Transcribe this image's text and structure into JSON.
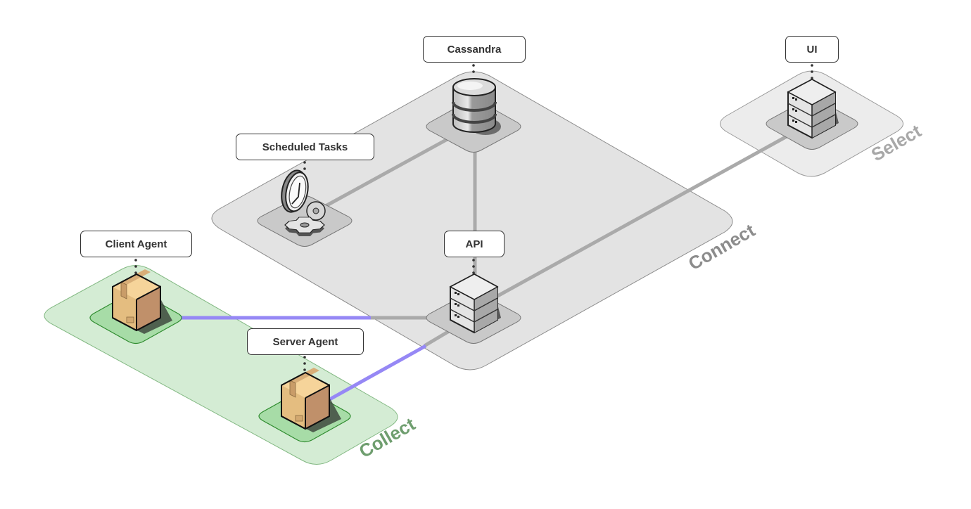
{
  "diagram": {
    "zones": [
      {
        "id": "connect",
        "label": "Connect",
        "fill": "#e3e3e3",
        "stroke": "#8c8c8c",
        "text_color": "#8c8c8c"
      },
      {
        "id": "select",
        "label": "Select",
        "fill": "#ececec",
        "stroke": "#9a9a9a",
        "text_color": "#a8a8a8"
      },
      {
        "id": "collect",
        "label": "Collect",
        "fill": "#d4ecd4",
        "stroke": "#82b882",
        "text_color": "#6f9e6f"
      }
    ],
    "nodes": [
      {
        "id": "cassandra",
        "label": "Cassandra",
        "icon": "database-icon",
        "zone": "connect"
      },
      {
        "id": "scheduled_tasks",
        "label": "Scheduled Tasks",
        "icon": "clock-gears-icon",
        "zone": "connect"
      },
      {
        "id": "api",
        "label": "API",
        "icon": "server-stack-icon",
        "zone": "connect"
      },
      {
        "id": "ui",
        "label": "UI",
        "icon": "server-stack-icon",
        "zone": "select"
      },
      {
        "id": "client_agent",
        "label": "Client Agent",
        "icon": "package-box-icon",
        "zone": "collect"
      },
      {
        "id": "server_agent",
        "label": "Server Agent",
        "icon": "package-box-icon",
        "zone": "collect"
      }
    ],
    "edges": [
      {
        "from": "scheduled_tasks",
        "to": "cassandra",
        "color": "#aaaaaa"
      },
      {
        "from": "cassandra",
        "to": "api",
        "color": "#aaaaaa"
      },
      {
        "from": "api",
        "to": "ui",
        "color": "#aaaaaa"
      },
      {
        "from": "client_agent",
        "to": "api",
        "color": "#9688f5"
      },
      {
        "from": "server_agent",
        "to": "api",
        "color": "#9688f5"
      }
    ],
    "colors": {
      "edge_gray": "#aaaaaa",
      "edge_purple": "#9688f5",
      "pad_gray": "#c9c9c9",
      "pad_green": "#a7dca7",
      "box_light": "#f6d49a",
      "box_dark": "#c0906a"
    }
  }
}
